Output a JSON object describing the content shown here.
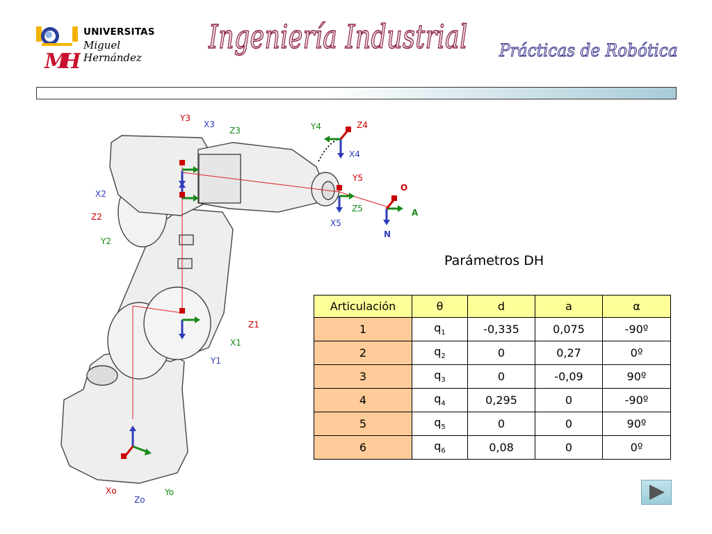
{
  "header": {
    "logo_universitas": "UNIVERSITAS",
    "logo_miguel": "Miguel",
    "logo_hernandez": "Hernández",
    "title": "Ingeniería Industrial",
    "subtitle": "Prácticas de Robótica"
  },
  "robot_labels": {
    "y3": "Y3",
    "x3": "X3",
    "z3": "Z3",
    "y4": "Y4",
    "z4": "Z4",
    "x4": "X4",
    "y5": "Y5",
    "z5": "Z5",
    "x5": "X5",
    "o": "O",
    "a": "A",
    "n": "N",
    "x2": "X2",
    "z2": "Z2",
    "y2": "Y2",
    "z1": "Z1",
    "x1": "X1",
    "y1": "Y1",
    "xo": "Xo",
    "zo": "Zo",
    "yo": "Yo"
  },
  "colors": {
    "x_axis": "#2e3db8",
    "y_axis": "#cc0000",
    "z_axis": "#1a8a1a"
  },
  "dh": {
    "title": "Parámetros DH",
    "headers": [
      "Articulación",
      "θ",
      "d",
      "a",
      "α"
    ],
    "rows": [
      {
        "joint": "1",
        "theta": "q",
        "theta_sub": "1",
        "d": "-0,335",
        "a": "0,075",
        "alpha": "-90º"
      },
      {
        "joint": "2",
        "theta": "q",
        "theta_sub": "2",
        "d": "0",
        "a": "0,27",
        "alpha": "0º"
      },
      {
        "joint": "3",
        "theta": "q",
        "theta_sub": "3",
        "d": "0",
        "a": "-0,09",
        "alpha": "90º"
      },
      {
        "joint": "4",
        "theta": "q",
        "theta_sub": "4",
        "d": "0,295",
        "a": "0",
        "alpha": "-90º"
      },
      {
        "joint": "5",
        "theta": "q",
        "theta_sub": "5",
        "d": "0",
        "a": "0",
        "alpha": "90º"
      },
      {
        "joint": "6",
        "theta": "q",
        "theta_sub": "6",
        "d": "0,08",
        "a": "0",
        "alpha": "0º"
      }
    ]
  },
  "nav": {
    "next_icon": "play-triangle-icon"
  }
}
